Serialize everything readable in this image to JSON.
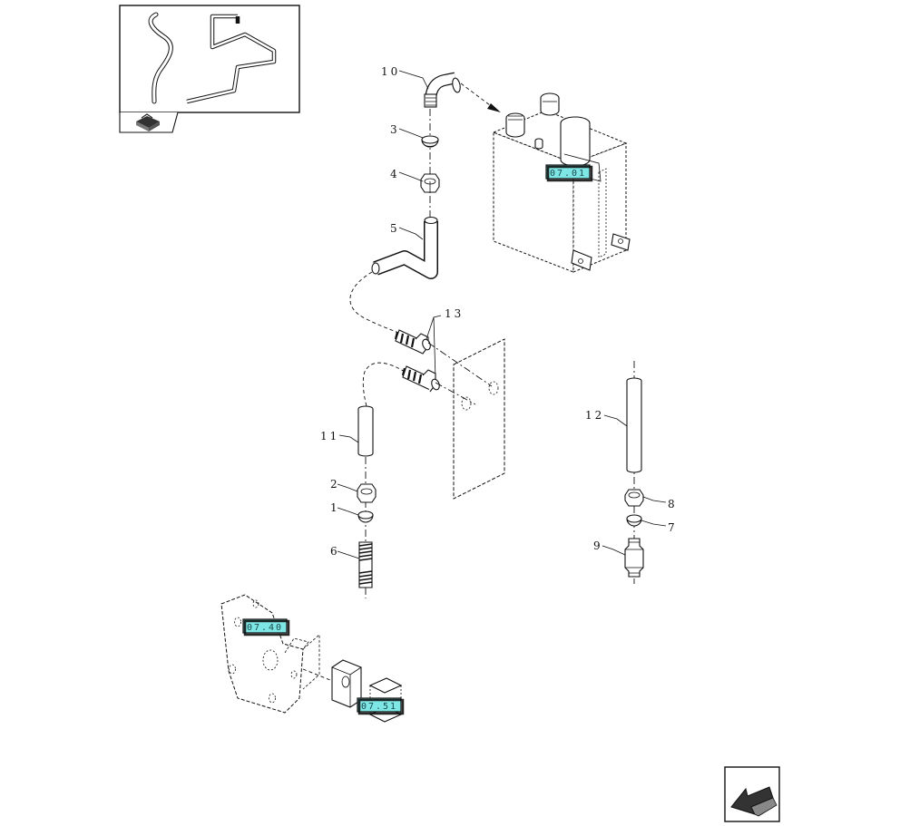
{
  "callouts": {
    "p1": "1",
    "p2": "2",
    "p3": "3",
    "p4": "4",
    "p5": "5",
    "p6": "6",
    "p7": "7",
    "p8": "8",
    "p9": "9",
    "p10": "10",
    "p11": "11",
    "p12": "12",
    "p13": "13"
  },
  "refs": {
    "tank": "07.01",
    "bracket": "07.40",
    "block": "07.51"
  },
  "colors": {
    "ref_box_fill": "#7fe6e6",
    "line": "#111111"
  },
  "icons": {
    "thumbnail": "line-routing-thumbnail-icon",
    "book": "manual-book-icon",
    "nav": "back-arrow-icon"
  }
}
